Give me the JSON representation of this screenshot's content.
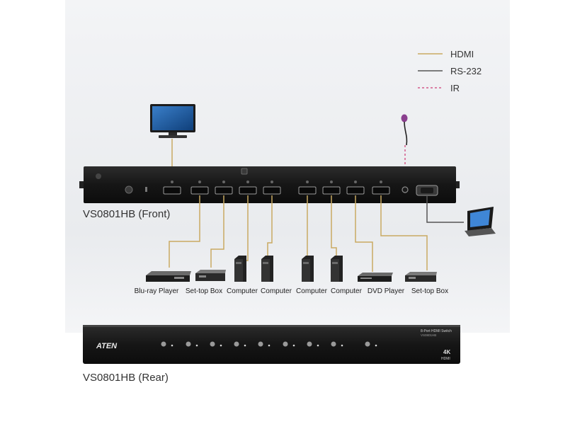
{
  "legend": [
    {
      "label": "HDMI",
      "color": "#c9aa62",
      "style": "solid"
    },
    {
      "label": "RS-232",
      "color": "#555555",
      "style": "solid"
    },
    {
      "label": "IR",
      "color": "#d45a8a",
      "style": "dashed"
    }
  ],
  "front_caption": "VS0801HB (Front)",
  "rear_caption": "VS0801HB (Rear)",
  "devices": [
    "Blu-ray Player",
    "Set-top Box",
    "Computer",
    "Computer",
    "Computer",
    "Computer",
    "DVD Player",
    "Set-top Box"
  ],
  "rear_panel": {
    "brand": "ATEN",
    "model_line1": "8-Port HDMI Switch",
    "model_line2": "VS0801HB",
    "badge_top": "4K",
    "badge_bottom": "HDMI"
  },
  "colors": {
    "hdmi": "#c9aa62",
    "rs232": "#555555",
    "ir": "#d45a8a"
  }
}
